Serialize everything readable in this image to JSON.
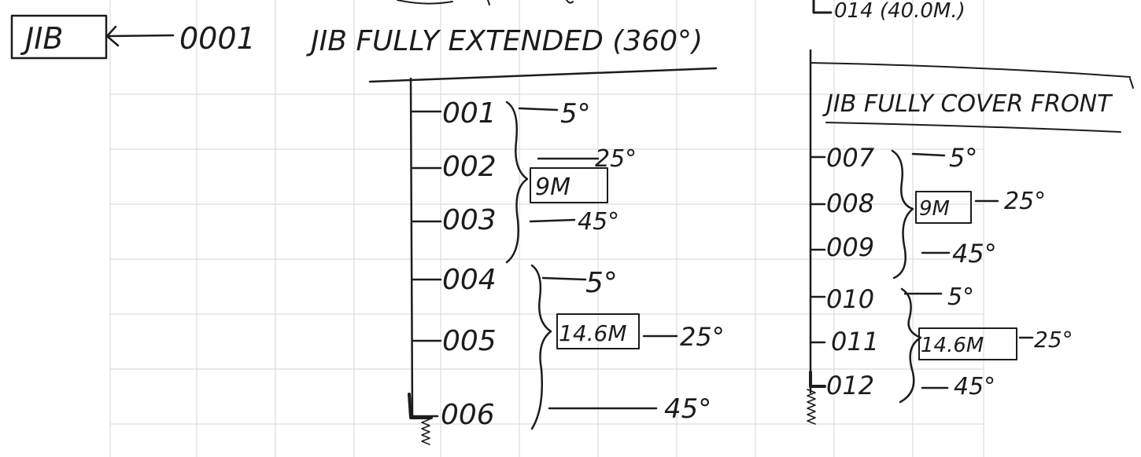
{
  "ink_color": "#1c1c1c",
  "faint_color": "#d6d6d6",
  "top_fragment": "014 (40.0M.)",
  "root": {
    "box_label": "JIB",
    "code": "0001",
    "title": "JIB FULLY EXTENDED (360°)"
  },
  "left_tree": {
    "groups": [
      {
        "box_label": "9M",
        "items": [
          {
            "code": "001",
            "angle": "5°"
          },
          {
            "code": "002",
            "angle": "25°"
          },
          {
            "code": "003",
            "angle": "45°"
          }
        ]
      },
      {
        "box_label": "14.6M",
        "items": [
          {
            "code": "004",
            "angle": "5°"
          },
          {
            "code": "005",
            "angle": "25°"
          },
          {
            "code": "006",
            "angle": "45°"
          }
        ]
      }
    ]
  },
  "right_tree": {
    "title": "JIB FULLY COVER FRONT",
    "groups": [
      {
        "box_label": "9M",
        "items": [
          {
            "code": "007",
            "angle": "5°"
          },
          {
            "code": "008",
            "angle": "25°"
          },
          {
            "code": "009",
            "angle": "45°"
          }
        ]
      },
      {
        "box_label": "14.6M",
        "items": [
          {
            "code": "010",
            "angle": "5°"
          },
          {
            "code": "011",
            "angle": "25°"
          },
          {
            "code": "012",
            "angle": "45°"
          }
        ]
      }
    ]
  }
}
